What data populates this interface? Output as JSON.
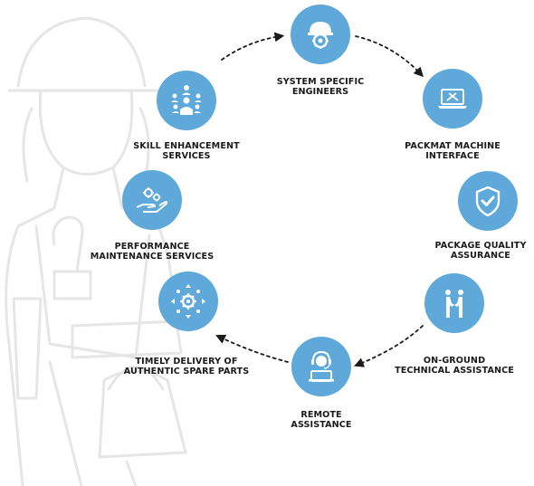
{
  "diagram": {
    "accent_color": "#5ea9d9",
    "arrow_color": "#1a1a1a",
    "nodes": [
      {
        "id": "system-specific-engineers",
        "icon": "engineer-hardhat-icon",
        "label_lines": [
          "SYSTEM SPECIFIC",
          "ENGINEERS"
        ]
      },
      {
        "id": "packmat-machine-interface",
        "icon": "laptop-tools-icon",
        "label_lines": [
          "PACKMAT MACHINE",
          "INTERFACE"
        ]
      },
      {
        "id": "package-quality-assurance",
        "icon": "shield-check-icon",
        "label_lines": [
          "PACKAGE QUALITY",
          "ASSURANCE"
        ]
      },
      {
        "id": "on-ground-technical-assistance",
        "icon": "handshake-people-icon",
        "label_lines": [
          "ON-GROUND",
          "TECHNICAL ASSISTANCE"
        ]
      },
      {
        "id": "remote-assistance",
        "icon": "headset-agent-icon",
        "label_lines": [
          "REMOTE",
          "ASSISTANCE"
        ]
      },
      {
        "id": "timely-delivery-spare-parts",
        "icon": "gears-arrows-icon",
        "label_lines": [
          "TIMELY DELIVERY OF",
          "AUTHENTIC SPARE PARTS"
        ]
      },
      {
        "id": "performance-maintenance-services",
        "icon": "hand-gears-icon",
        "label_lines": [
          "PERFORMANCE",
          "MAINTENANCE SERVICES"
        ]
      },
      {
        "id": "skill-enhancement-services",
        "icon": "people-network-icon",
        "label_lines": [
          "SKILL ENHANCEMENT",
          "SERVICES"
        ]
      }
    ],
    "arrows": [
      {
        "from": "skill-enhancement-services",
        "to": "system-specific-engineers"
      },
      {
        "from": "system-specific-engineers",
        "to": "packmat-machine-interface"
      },
      {
        "from": "on-ground-technical-assistance",
        "to": "remote-assistance"
      },
      {
        "from": "remote-assistance",
        "to": "timely-delivery-spare-parts"
      }
    ]
  }
}
